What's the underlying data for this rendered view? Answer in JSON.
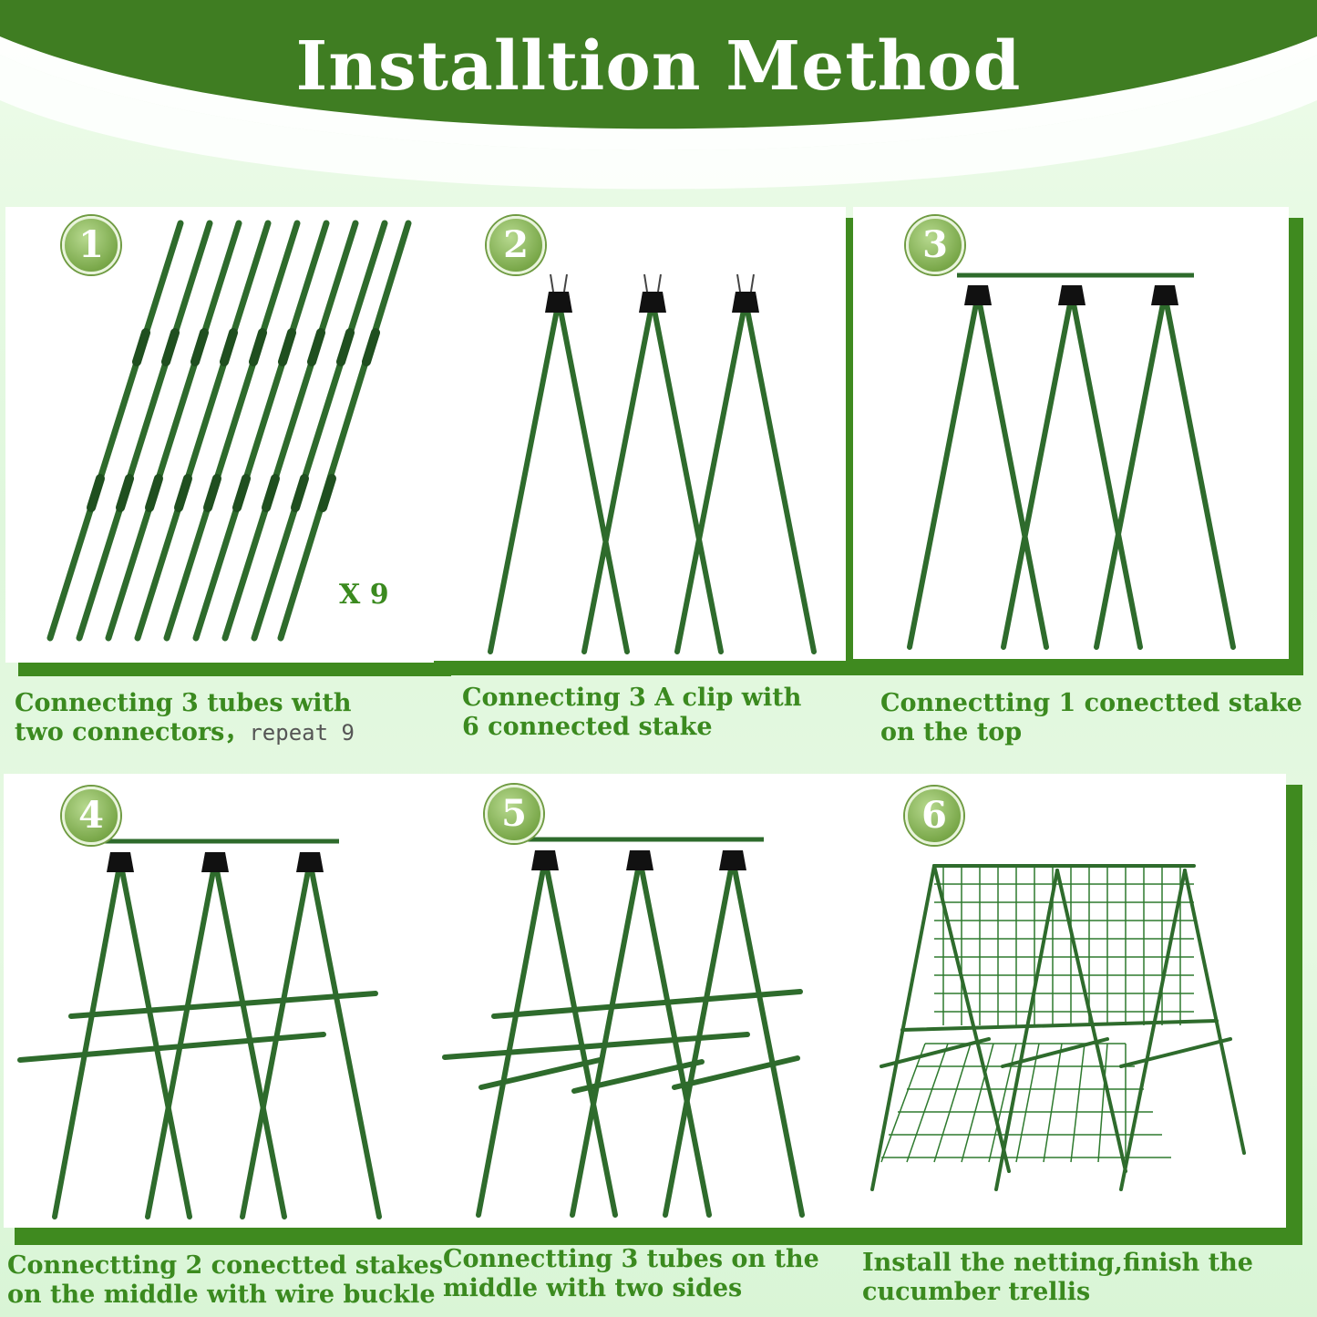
{
  "title": "Installtion Method",
  "colors": {
    "banner": "#3f7d22",
    "stake": "#2e6b2c",
    "accent_text": "#3b8a1f"
  },
  "steps": [
    {
      "number": "1",
      "caption_line1": "Connecting 3 tubes with",
      "caption_line2": "two connectors，",
      "caption_line2_mono": "repeat 9",
      "quantity_label": "X 9"
    },
    {
      "number": "2",
      "caption_line1": "Connecting 3 A clip with",
      "caption_line2": "6 connected stake"
    },
    {
      "number": "3",
      "caption_line1": "Connectting 1 conectted stake",
      "caption_line2": "on the top"
    },
    {
      "number": "4",
      "caption_line1": "Connectting 2 conectted stakes",
      "caption_line2": "on the middle with wire buckle"
    },
    {
      "number": "5",
      "caption_line1": "Connectting 3 tubes on the",
      "caption_line2": "middle with  two sides"
    },
    {
      "number": "6",
      "caption_line1": "Install the netting,finish  the",
      "caption_line2": "cucumber trellis"
    }
  ]
}
